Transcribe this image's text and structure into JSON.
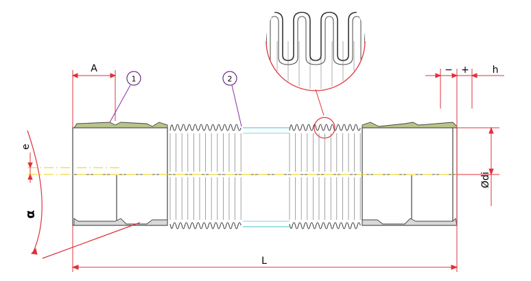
{
  "labels": {
    "dim_A": "A",
    "dim_L": "L",
    "dim_h": "h",
    "dim_e": "e",
    "dim_di": "Ødi",
    "angle": "α",
    "minus": "−",
    "plus": "+",
    "callout_1": "1",
    "callout_2": "2"
  },
  "colors": {
    "dimension_line": "#e0303a",
    "outline": "#444444",
    "thread_fill": "#b9c48a",
    "centerline": "#e8d200",
    "callout_ring": "#6a2a8a",
    "callout_leader": "#8a2aa8",
    "sleeve": "#7fd6e0",
    "detail_circle": "#e0303a"
  }
}
